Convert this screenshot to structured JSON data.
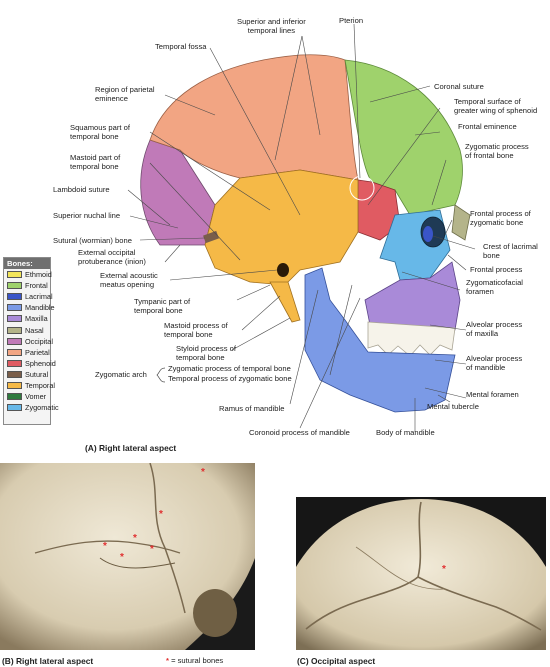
{
  "figure": {
    "caption_a": "(A) Right lateral aspect",
    "caption_b": "(B) Right lateral aspect",
    "caption_c": "(C) Occipital aspect",
    "sutural_note": "= sutural bones",
    "star": "*"
  },
  "legend": {
    "title": "Bones:",
    "items": [
      {
        "label": "Ethmoid",
        "color": "#f2e55a"
      },
      {
        "label": "Frontal",
        "color": "#9fd26c"
      },
      {
        "label": "Lacrimal",
        "color": "#3a55c8"
      },
      {
        "label": "Mandible",
        "color": "#7b9ae6"
      },
      {
        "label": "Maxilla",
        "color": "#a98ad8"
      },
      {
        "label": "Nasal",
        "color": "#b4b48a"
      },
      {
        "label": "Occipital",
        "color": "#c07ab8"
      },
      {
        "label": "Parietal",
        "color": "#f2a583"
      },
      {
        "label": "Sphenoid",
        "color": "#e05b62"
      },
      {
        "label": "Sutural",
        "color": "#7a5e4a"
      },
      {
        "label": "Temporal",
        "color": "#f5b947"
      },
      {
        "label": "Vomer",
        "color": "#2f7a3e"
      },
      {
        "label": "Zygomatic",
        "color": "#67b8e8"
      }
    ]
  },
  "labels": {
    "superior_inferior_temporal_lines": "Superior and inferior\ntemporal lines",
    "pterion": "Pterion",
    "temporal_fossa": "Temporal fossa",
    "parietal_eminence": "Region of parietal\neminence",
    "coronal_suture": "Coronal suture",
    "temporal_surface_sphenoid": "Temporal surface of\ngreater wing of sphenoid",
    "frontal_eminence": "Frontal eminence",
    "squamous_temporal": "Squamous part of\ntemporal bone",
    "zygomatic_process_frontal": "Zygomatic process\nof frontal bone",
    "mastoid_part": "Mastoid part of\ntemporal bone",
    "lambdoid_suture": "Lambdoid suture",
    "superior_nuchal_line": "Superior nuchal line",
    "frontal_process_zygomatic": "Frontal process of\nzygomatic bone",
    "sutural_bone": "Sutural (wormian) bone",
    "crest_lacrimal": "Crest of lacrimal\nbone",
    "external_occipital": "External occipital\nprotuberance (inion)",
    "frontal_process": "Frontal process",
    "zygomaticofacial": "Zygomaticofacial\nforamen",
    "external_acoustic": "External acoustic\nmeatus opening",
    "tympanic_part": "Tympanic part of\ntemporal bone",
    "alveolar_maxilla": "Alveolar process\nof maxilla",
    "mastoid_process": "Mastoid process of\ntemporal bone",
    "alveolar_mandible": "Alveolar process\nof mandible",
    "styloid_process": "Styloid process of\ntemporal bone",
    "zygomatic_arch": "Zygomatic arch",
    "zygomatic_process_temporal": "Zygomatic process of temporal bone",
    "temporal_process_zygomatic": "Temporal process of zygomatic bone",
    "mental_foramen": "Mental foramen",
    "ramus_mandible": "Ramus of mandible",
    "mental_tubercle": "Mental tubercle",
    "coronoid_process": "Coronoid process of mandible",
    "body_mandible": "Body of mandible"
  }
}
